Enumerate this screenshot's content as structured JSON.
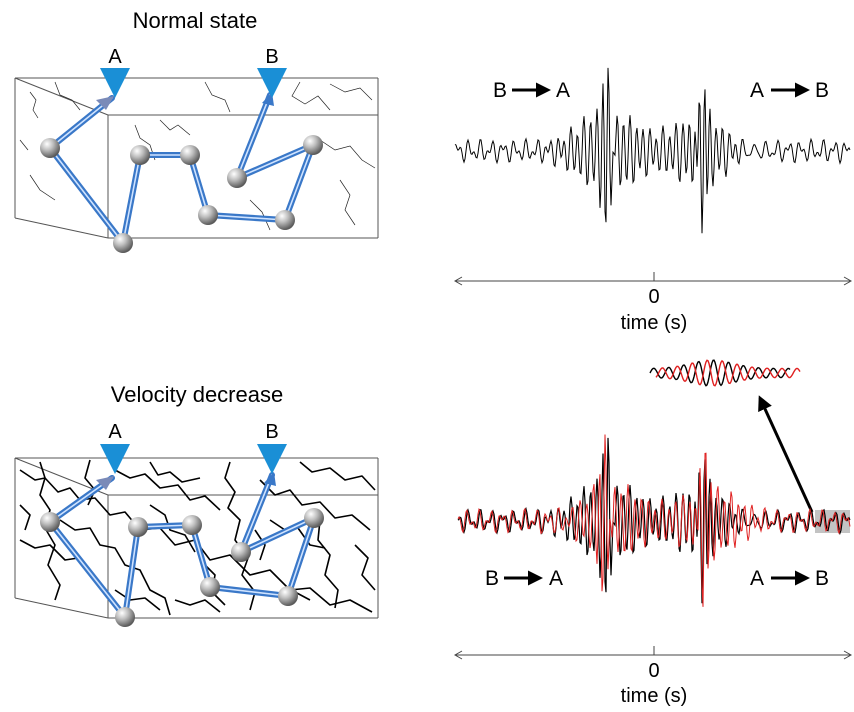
{
  "panels": {
    "normal": {
      "title": "Normal state",
      "station_a": "A",
      "station_b": "B"
    },
    "decrease": {
      "title": "Velocity decrease",
      "station_a": "A",
      "station_b": "B"
    }
  },
  "waveforms": {
    "top": {
      "left_label": "B → A",
      "left_from": "B",
      "left_to": "A",
      "right_label": "A → B",
      "right_from": "A",
      "right_to": "B",
      "axis_zero": "0",
      "axis_label": "time (s)",
      "trace_color": "#000000"
    },
    "bottom": {
      "left_label": "B → A",
      "left_from": "B",
      "left_to": "A",
      "right_label": "A → B",
      "right_from": "A",
      "right_to": "B",
      "axis_zero": "0",
      "axis_label": "time (s)",
      "reference_color": "#000000",
      "perturbed_color": "#e02020"
    }
  },
  "colors": {
    "path": "#3a78c8",
    "station": "#1a8fd6",
    "node": "#8c8c8c",
    "crack": "#000000"
  }
}
